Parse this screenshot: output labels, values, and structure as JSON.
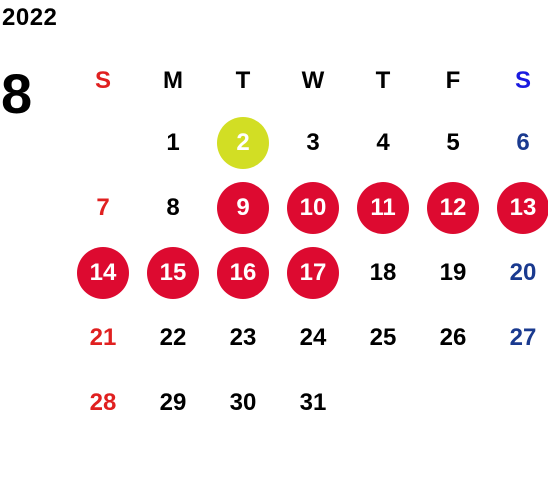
{
  "year": "2022",
  "month": "8",
  "weekdays": [
    "S",
    "M",
    "T",
    "W",
    "T",
    "F",
    "S"
  ],
  "lead_blanks": 1,
  "days": [
    {
      "n": "1",
      "type": "weekday"
    },
    {
      "n": "2",
      "type": "today"
    },
    {
      "n": "3",
      "type": "weekday"
    },
    {
      "n": "4",
      "type": "weekday"
    },
    {
      "n": "5",
      "type": "weekday"
    },
    {
      "n": "6",
      "type": "saturday"
    },
    {
      "n": "7",
      "type": "sunday"
    },
    {
      "n": "8",
      "type": "weekday"
    },
    {
      "n": "9",
      "type": "holiday"
    },
    {
      "n": "10",
      "type": "holiday"
    },
    {
      "n": "11",
      "type": "holiday"
    },
    {
      "n": "12",
      "type": "holiday"
    },
    {
      "n": "13",
      "type": "holiday"
    },
    {
      "n": "14",
      "type": "holiday"
    },
    {
      "n": "15",
      "type": "holiday"
    },
    {
      "n": "16",
      "type": "holiday"
    },
    {
      "n": "17",
      "type": "holiday"
    },
    {
      "n": "18",
      "type": "weekday"
    },
    {
      "n": "19",
      "type": "weekday"
    },
    {
      "n": "20",
      "type": "saturday"
    },
    {
      "n": "21",
      "type": "sunday"
    },
    {
      "n": "22",
      "type": "weekday"
    },
    {
      "n": "23",
      "type": "weekday"
    },
    {
      "n": "24",
      "type": "weekday"
    },
    {
      "n": "25",
      "type": "weekday"
    },
    {
      "n": "26",
      "type": "weekday"
    },
    {
      "n": "27",
      "type": "saturday"
    },
    {
      "n": "28",
      "type": "sunday"
    },
    {
      "n": "29",
      "type": "weekday"
    },
    {
      "n": "30",
      "type": "weekday"
    },
    {
      "n": "31",
      "type": "weekday"
    }
  ],
  "colors": {
    "sunday": "#e02020",
    "saturday": "#1a3a8f",
    "holiday_circle": "#dd0a30",
    "today_circle": "#d2de24"
  }
}
